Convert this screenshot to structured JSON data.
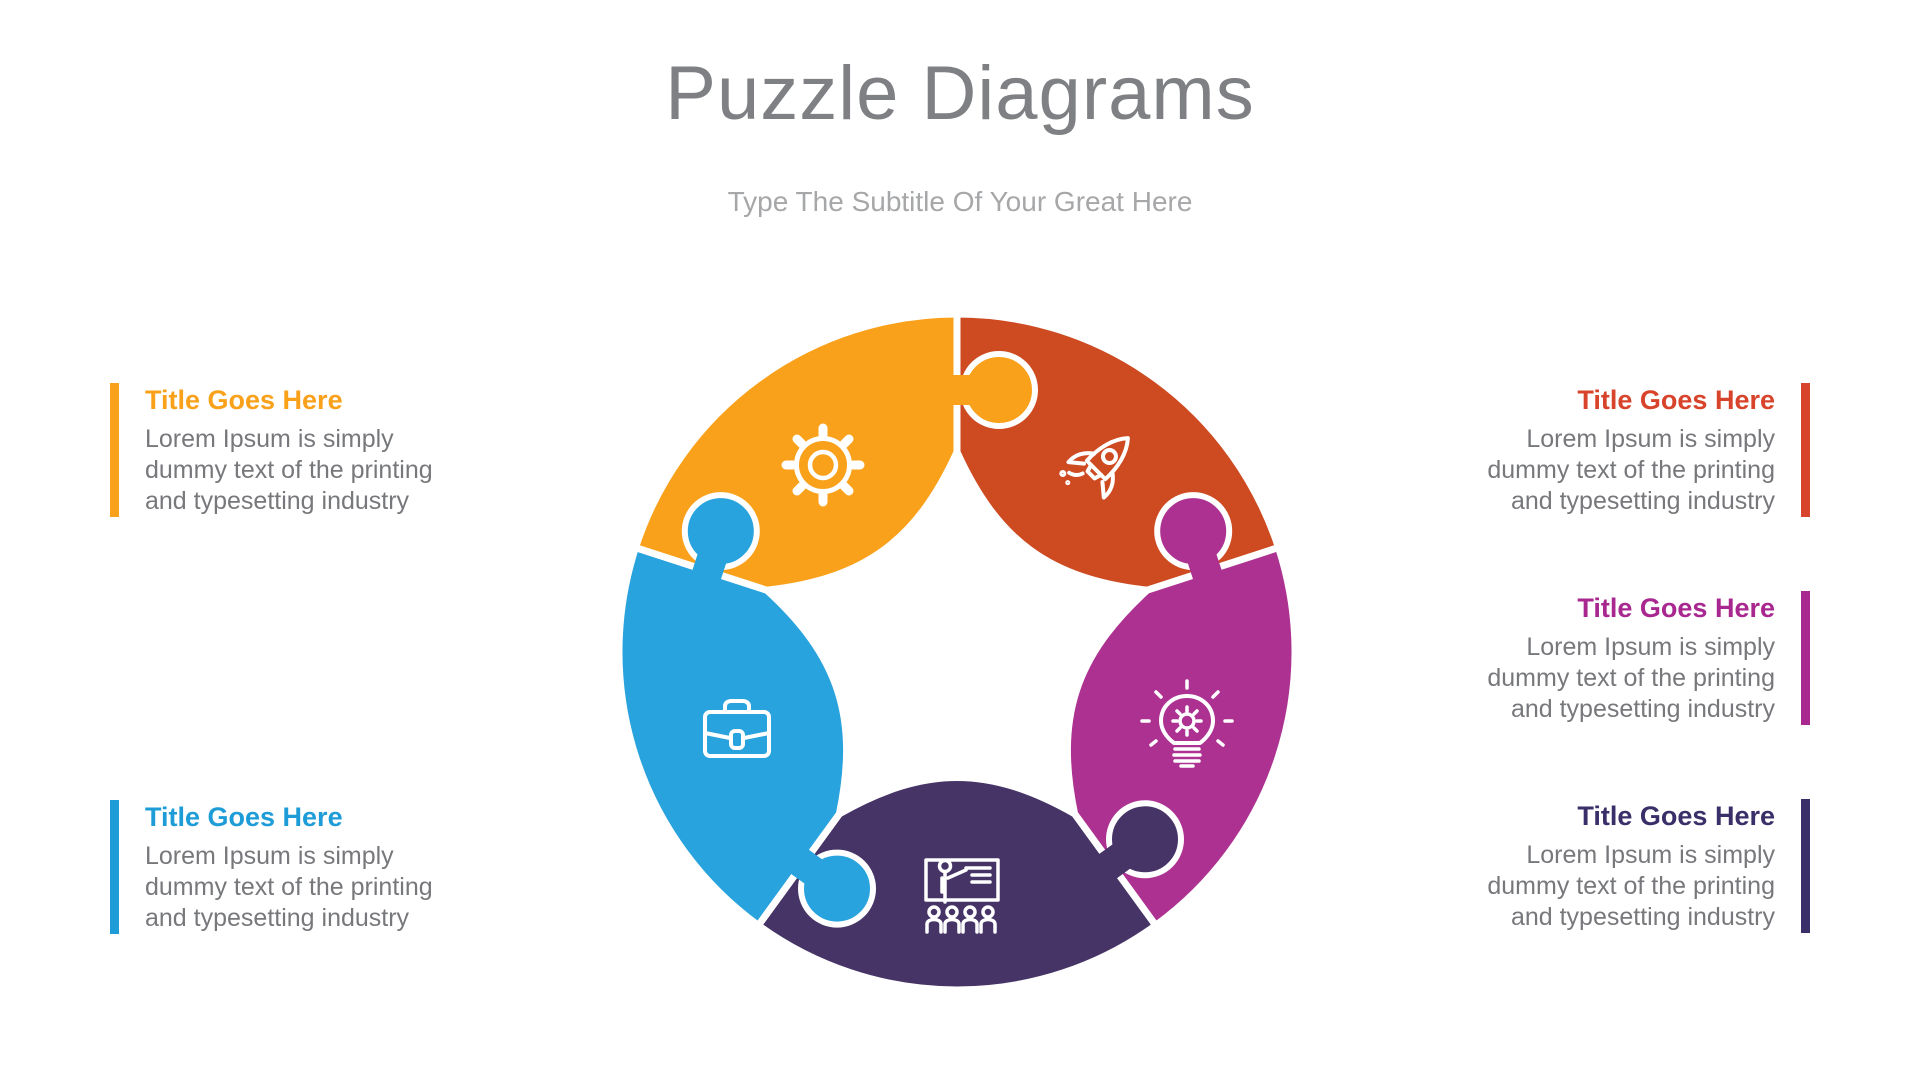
{
  "header": {
    "title": "Puzzle Diagrams",
    "subtitle": "Type The Subtitle Of Your Great Here",
    "title_color": "#7E8083",
    "subtitle_color": "#A6A7A9"
  },
  "body_text_color": "#77787B",
  "blocks": {
    "left": [
      {
        "title": "Title Goes Here",
        "accent": "#F9A11B",
        "body": [
          "Lorem Ipsum is simply",
          "dummy text of the printing",
          "and typesetting industry"
        ]
      },
      {
        "title": "Title Goes Here",
        "accent": "#1E9CD7",
        "body": [
          "Lorem Ipsum is simply",
          "dummy text of the printing",
          "and typesetting industry"
        ]
      }
    ],
    "right": [
      {
        "title": "Title Goes Here",
        "accent": "#D8442B",
        "body": [
          "Lorem Ipsum is simply",
          "dummy text of the printing",
          "and typesetting industry"
        ]
      },
      {
        "title": "Title Goes Here",
        "accent": "#A8288F",
        "body": [
          "Lorem Ipsum is simply",
          "dummy text of the printing",
          "and typesetting industry"
        ]
      },
      {
        "title": "Title Goes Here",
        "accent": "#3A2F68",
        "body": [
          "Lorem Ipsum is simply",
          "dummy text of the printing",
          "and typesetting industry"
        ]
      }
    ]
  },
  "puzzle": {
    "separator_color": "#FFFFFF",
    "center_color": "#FFFFFF",
    "pieces": [
      {
        "name": "orange-top-left",
        "icon": "gear-icon",
        "fill": "#F9A11B"
      },
      {
        "name": "red-top-right",
        "icon": "rocket-icon",
        "fill": "#CE4A21"
      },
      {
        "name": "magenta-right",
        "icon": "idea-bulb-icon",
        "fill": "#AC3191"
      },
      {
        "name": "purple-bottom",
        "icon": "presentation-icon",
        "fill": "#463467"
      },
      {
        "name": "blue-left",
        "icon": "briefcase-icon",
        "fill": "#29A3DD"
      }
    ]
  }
}
